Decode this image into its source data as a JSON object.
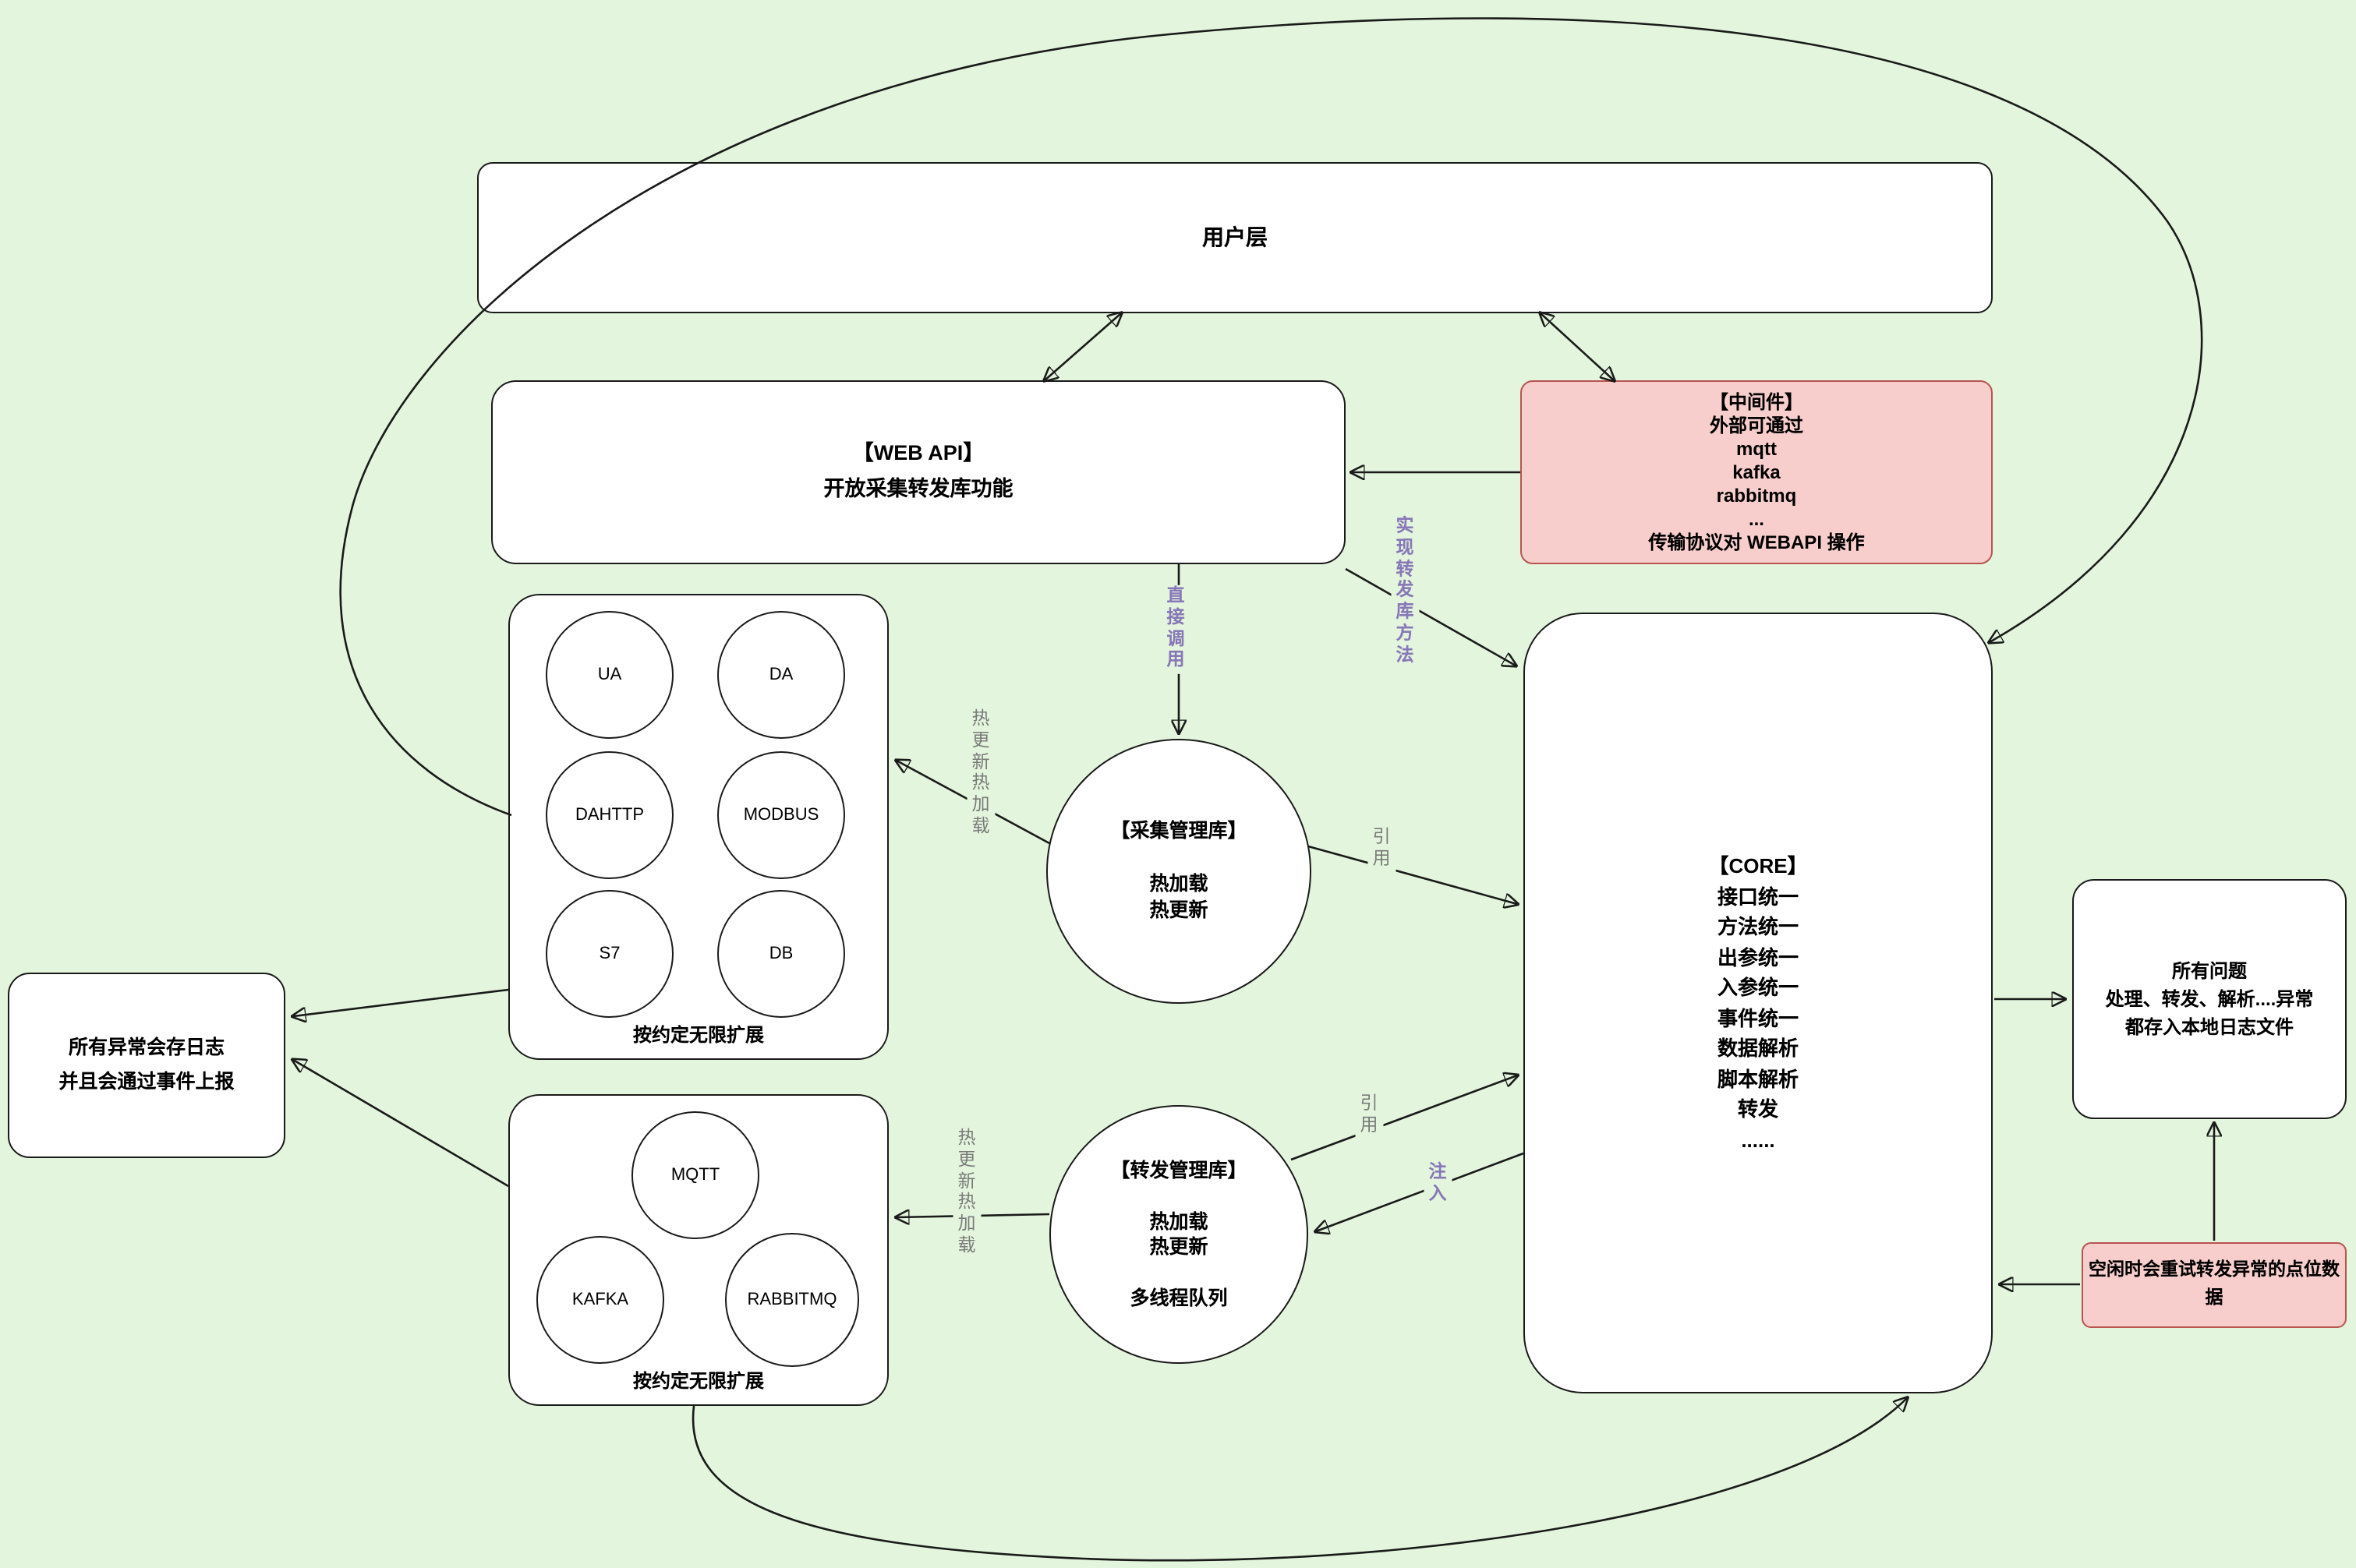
{
  "colors": {
    "background": "#e3f5dd",
    "node_fill": "#ffffff",
    "node_stroke": "#1a1a1a",
    "accent_pink_fill": "#f8cecc",
    "accent_pink_stroke": "#b85450",
    "edge_label_purple": "#8878b8",
    "edge_label_gray": "#7a7a7a"
  },
  "nodes": {
    "user_layer": {
      "label": "用户层"
    },
    "web_api": {
      "label": "【WEB API】\n开放采集转发库功能"
    },
    "middleware": {
      "label": "【中间件】\n外部可通过\nmqtt\nkafka\nrabbitmq\n...\n传输协议对 WEBAPI 操作"
    },
    "collect_plugins": {
      "items": [
        "UA",
        "DA",
        "DAHTTP",
        "MODBUS",
        "S7",
        "DB"
      ],
      "caption": "按约定无限扩展"
    },
    "collect_manager": {
      "label": "【采集管理库】\n\n热加载\n热更新"
    },
    "core": {
      "label": "【CORE】\n接口统一\n方法统一\n出参统一\n入参统一\n事件统一\n数据解析\n脚本解析\n转发\n......"
    },
    "forward_plugins": {
      "items": [
        "MQTT",
        "KAFKA",
        "RABBITMQ"
      ],
      "caption": "按约定无限扩展"
    },
    "forward_manager": {
      "label": "【转发管理库】\n\n热加载\n热更新\n\n多线程队列"
    },
    "left_log": {
      "label": "所有异常会存日志\n并且会通过事件上报"
    },
    "right_log": {
      "label": "所有问题\n处理、转发、解析....异常\n都存入本地日志文件"
    },
    "retry_note": {
      "label": "空闲时会重试转发异常的点位数据"
    }
  },
  "edge_labels": {
    "direct_call": "直接调用",
    "impl_forward": "实现转发库方法",
    "hot_update_collect": "热更新\n热加载",
    "ref_collect": "引用",
    "hot_update_forward": "热更新\n热加载",
    "ref_forward": "引用",
    "inject": "注入"
  }
}
